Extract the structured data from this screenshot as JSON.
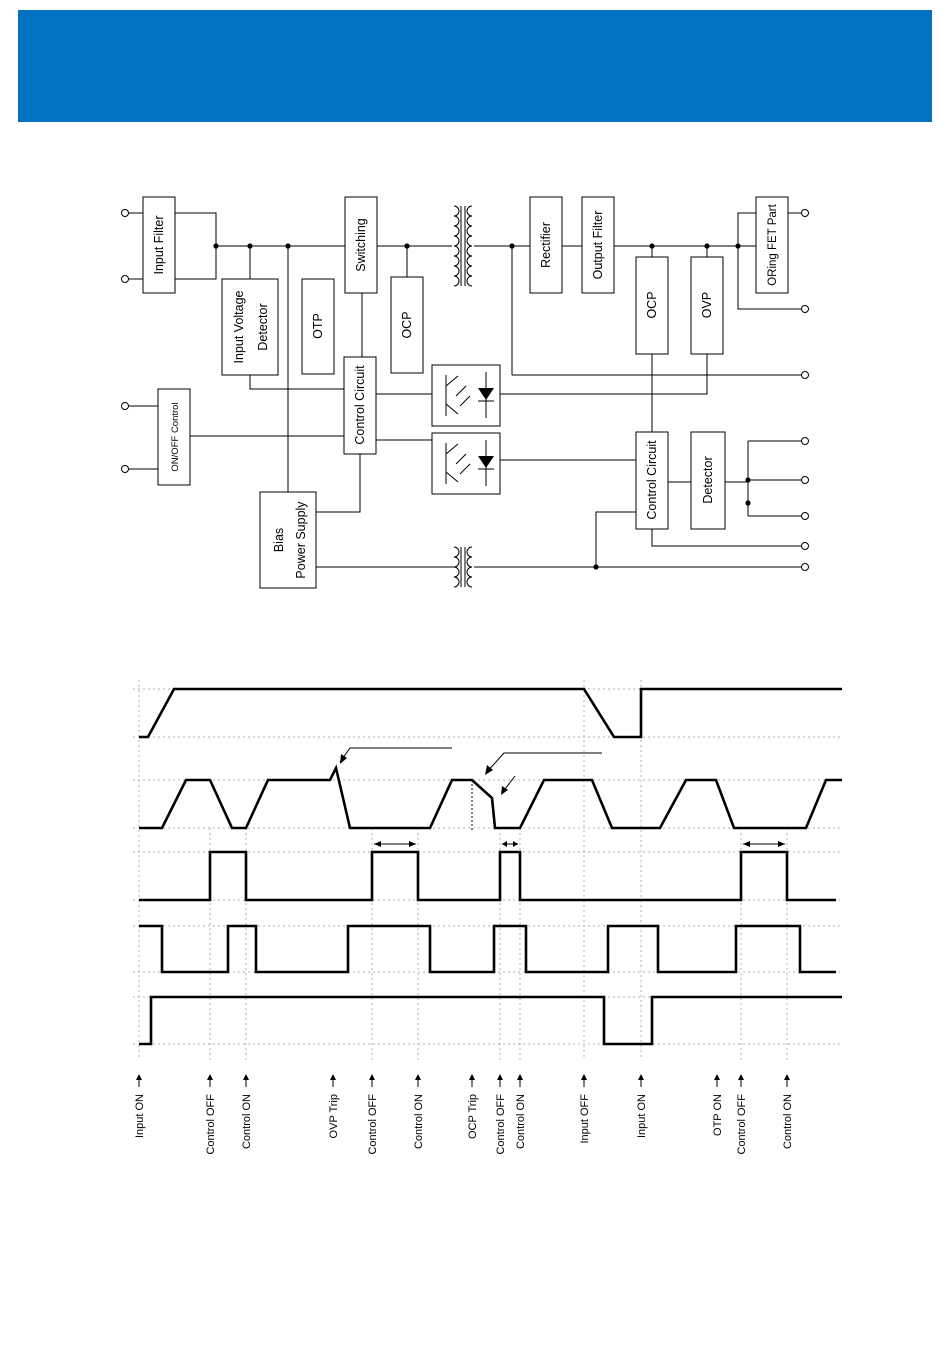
{
  "header": {
    "color": "#0072c1"
  },
  "block_diagram": {
    "blocks": {
      "input_filter": "Input Filter",
      "input_voltage_detector": [
        "Input Voltage",
        "Detector"
      ],
      "otp": "OTP",
      "switching": "Switching",
      "ocp_primary": "OCP",
      "control_circuit_primary": "Control Circuit",
      "on_off_control": "ON/OFF Control",
      "bias_power_supply": [
        "Bias",
        "Power Supply"
      ],
      "rectifier": "Rectifier",
      "output_filter": "Output Filter",
      "oring_fet_part": "ORing FET Part",
      "ocp_secondary": "OCP",
      "ovp": "OVP",
      "control_circuit_secondary": "Control Circuit",
      "detector": "Detector"
    }
  },
  "timing_chart": {
    "events": [
      "Input ON",
      "Control OFF",
      "Control ON",
      "OVP Trip",
      "Control OFF",
      "Control ON",
      "OCP Trip",
      "Control OFF",
      "Control ON",
      "Input OFF",
      "Input ON",
      "OTP ON",
      "Control OFF",
      "Control ON"
    ]
  }
}
